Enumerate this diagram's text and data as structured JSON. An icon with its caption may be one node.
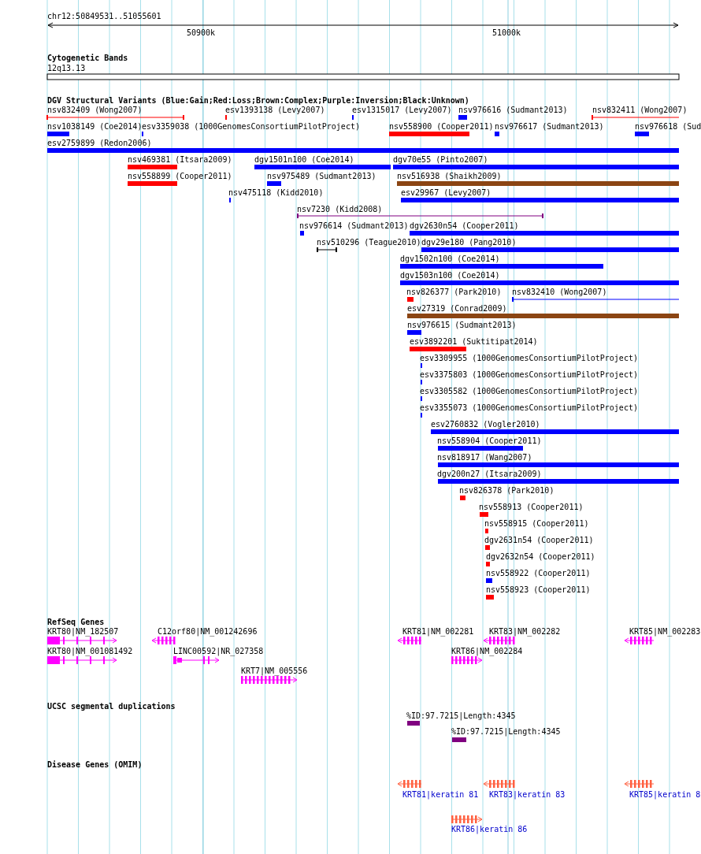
{
  "diagram": {
    "labels": [
      "chr12:50849531..51055601",
      "50900k",
      "51000k",
      "Cytogenetic Bands",
      "12q13.13",
      "DGV Structural Variants (Blue:Gain;Red:Loss;Brown:Complex;Purple:Inversion;Black:Unknown)",
      "nsv832409 (Wong2007)",
      "esv1393138 (Levy2007)",
      "esv1315017 (Levy2007)",
      "nsv976616 (Sudmant2013)",
      "nsv832411 (Wong2007)",
      "nsv1038149 (Coe2014)",
      "esv3359038 (1000GenomesConsortiumPilotProject)",
      "nsv558900 (Cooper2011)",
      "nsv976617 (Sudmant2013)",
      "nsv976618 (Sud",
      "esv2759899 (Redon2006)",
      "nsv469381 (Itsara2009)",
      "dgv1501n100 (Coe2014)",
      "dgv70e55 (Pinto2007)",
      "nsv558899 (Cooper2011)",
      "nsv975489 (Sudmant2013)",
      "nsv516938 (Shaikh2009)",
      "nsv475118 (Kidd2010)",
      "esv29967 (Levy2007)",
      "nsv7230 (Kidd2008)",
      "nsv976614 (Sudmant2013)",
      "dgv2630n54 (Cooper2011)",
      "nsv510296 (Teague2010)",
      "dgv29e180 (Pang2010)",
      "dgv1502n100 (Coe2014)",
      "dgv1503n100 (Coe2014)",
      "nsv826377 (Park2010)",
      "nsv832410 (Wong2007)",
      "esv27319 (Conrad2009)",
      "nsv976615 (Sudmant2013)",
      "esv3892201 (Suktitipat2014)",
      "esv3309955 (1000GenomesConsortiumPilotProject)",
      "esv3375803 (1000GenomesConsortiumPilotProject)",
      "esv3305582 (1000GenomesConsortiumPilotProject)",
      "esv3355073 (1000GenomesConsortiumPilotProject)",
      "esv2760832 (Vogler2010)",
      "nsv558904 (Cooper2011)",
      "nsv818917 (Wang2007)",
      "dgv200n27 (Itsara2009)",
      "nsv826378 (Park2010)",
      "nsv558913 (Cooper2011)",
      "nsv558915 (Cooper2011)",
      "dgv2631n54 (Cooper2011)",
      "dgv2632n54 (Cooper2011)",
      "nsv558922 (Cooper2011)",
      "nsv558923 (Cooper2011)",
      "RefSeq Genes",
      "KRT80|NM_182507",
      "C12orf80|NM_001242696",
      "KRT81|NM_002281",
      "KRT83|NM_002282",
      "KRT85|NM_002283",
      "KRT80|NM_001081492",
      "LINC00592|NR_027358",
      "KRT86|NM_002284",
      "KRT7|NM_005556",
      "UCSC segmental duplications",
      "%ID:97.7215|Length:4345",
      "%ID:97.7215|Length:4345",
      "Disease Genes (OMIM)",
      "KRT81|keratin 81",
      "KRT83|keratin 83",
      "KRT85|keratin 8",
      "KRT86|keratin 86"
    ]
  }
}
